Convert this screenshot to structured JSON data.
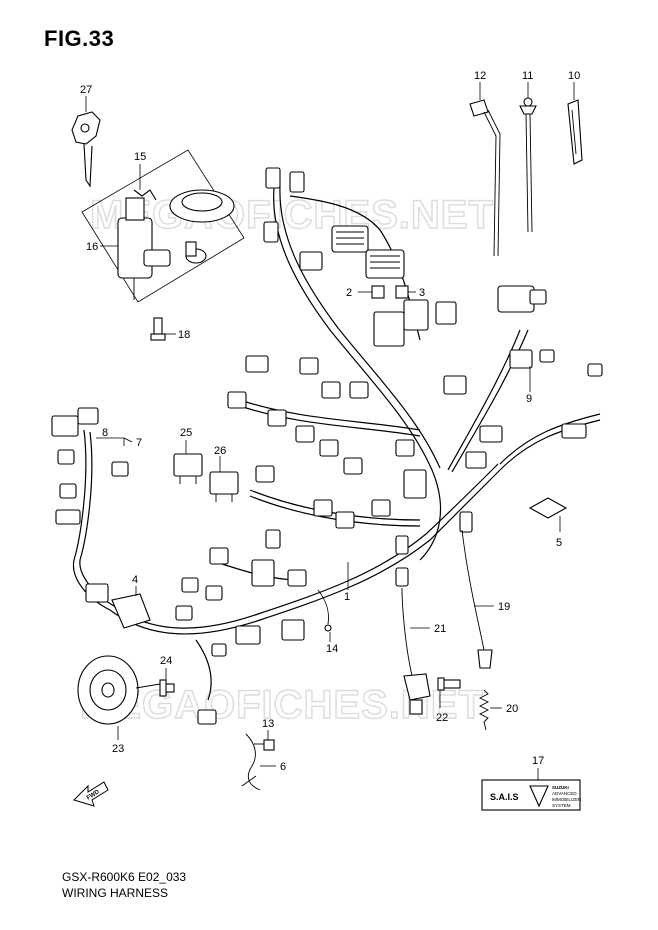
{
  "figure_title": "FIG.33",
  "footer": {
    "code": "GSX-R600K6 E02_033",
    "name": "WIRING HARNESS"
  },
  "watermark": "MEGAOFICHES.NET",
  "sais_label": {
    "text": "S.A.I.S",
    "brand": "SUZUKI",
    "line1": "ADVANCED",
    "line2": "IMMOBILIZER",
    "line3": "SYSTEM"
  },
  "fwd_label": "FWD",
  "part_numbers": [
    "27",
    "15",
    "16",
    "18",
    "12",
    "11",
    "10",
    "2",
    "3",
    "9",
    "25",
    "26",
    "8",
    "7",
    "4",
    "1",
    "5",
    "24",
    "23",
    "14",
    "21",
    "19",
    "13",
    "6",
    "22",
    "20",
    "17"
  ]
}
